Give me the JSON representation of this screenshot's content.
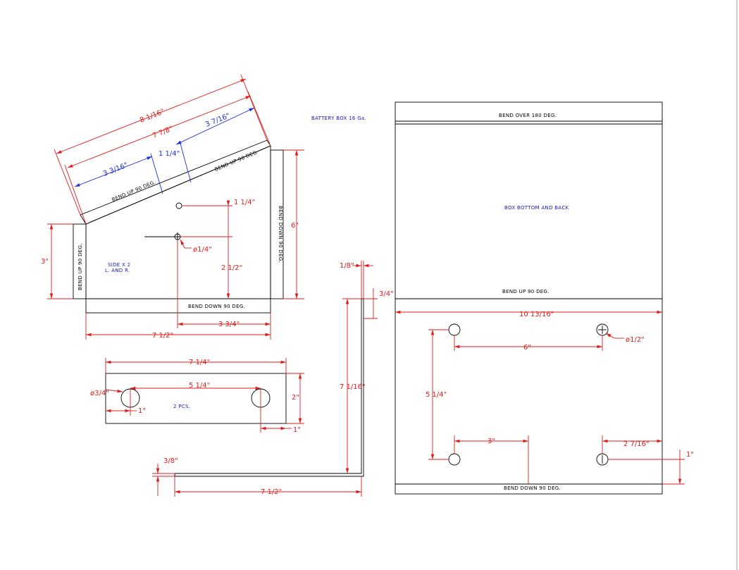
{
  "title_note": "BATTERY BOX 16 Ga.",
  "side": {
    "note_line1": "SIDE X 2",
    "note_line2": "L. AND R.",
    "bend_top": "BEND UP 90 DEG.",
    "bend_top2": "BEND UP 90 DEG.",
    "bend_left": "BEND UP 90 DEG.",
    "bend_right": "BEND DOWN 90 DEG.",
    "bend_bottom": "BEND DOWN 90 DEG.",
    "dim_overall_top": "8 1/16\"",
    "dim_inner_top": "7 7/8\"",
    "dim_blue_right": "3 7/16\"",
    "dim_blue_left": "3 3/16\"",
    "dim_blue_gap": "1 1/4\"",
    "dim_height_right": "6\"",
    "dim_height_left": "3\"",
    "dim_hole_offset": "1 1/4\"",
    "dim_hole_dia": "ø1/4\"",
    "dim_hole_height": "2 1/2\"",
    "dim_hole_from_right": "3 3/4\"",
    "dim_width": "7 1/2\""
  },
  "bracket": {
    "note": "2 PCS.",
    "dim_width": "7 1/4\"",
    "dim_hole_spacing": "5 1/4\"",
    "dim_hole_dia": "ø3/4\"",
    "dim_edge_left": "1\"",
    "dim_edge_right": "1\"",
    "dim_height": "2\""
  },
  "angle": {
    "dim_top_thk": "1/8\"",
    "dim_top_leg": "3/4\"",
    "dim_height": "7 1/16\"",
    "dim_bottom_thk": "3/8\"",
    "dim_length": "7 1/2\""
  },
  "box": {
    "bend_top": "BEND OVER 180 DEG.",
    "center_note": "BOX BOTTOM AND BACK",
    "bend_mid": "BEND UP 90 DEG.",
    "bend_bottom": "BEND DOWN 90 DEG.",
    "dim_width": "10 13/16\"",
    "dim_hole_dia": "ø1/2\"",
    "dim_hole_spacing_x": "6\"",
    "dim_hole_spacing_y": "5 1/4\"",
    "dim_hole_offset": "3\"",
    "dim_edge_right": "2 7/16\"",
    "dim_edge_bottom": "1\""
  },
  "colors": {
    "dimension": "#e01b1b",
    "note": "#1d2fd6",
    "outline": "#000000"
  }
}
